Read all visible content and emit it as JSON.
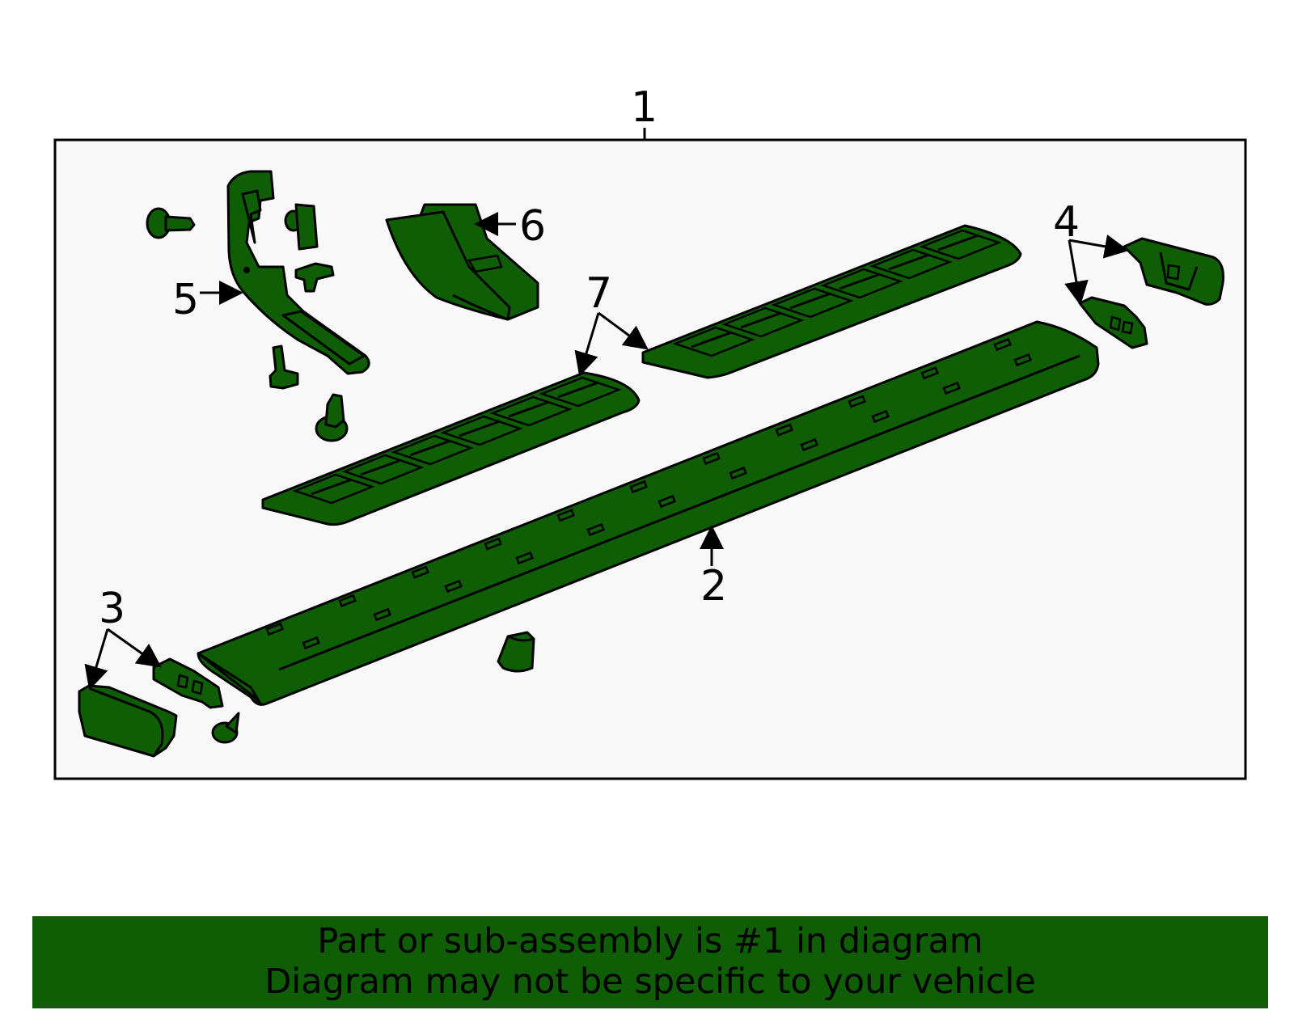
{
  "diagram": {
    "callouts": [
      "1",
      "2",
      "3",
      "4",
      "5",
      "6",
      "7"
    ],
    "part_color": "#0f5e06",
    "panel_color": "#f8f8f8"
  },
  "banner": {
    "line1": "Part or sub-assembly is #1 in diagram",
    "line2": "Diagram may not be specific to your vehicle",
    "background": "#0f5e06"
  }
}
